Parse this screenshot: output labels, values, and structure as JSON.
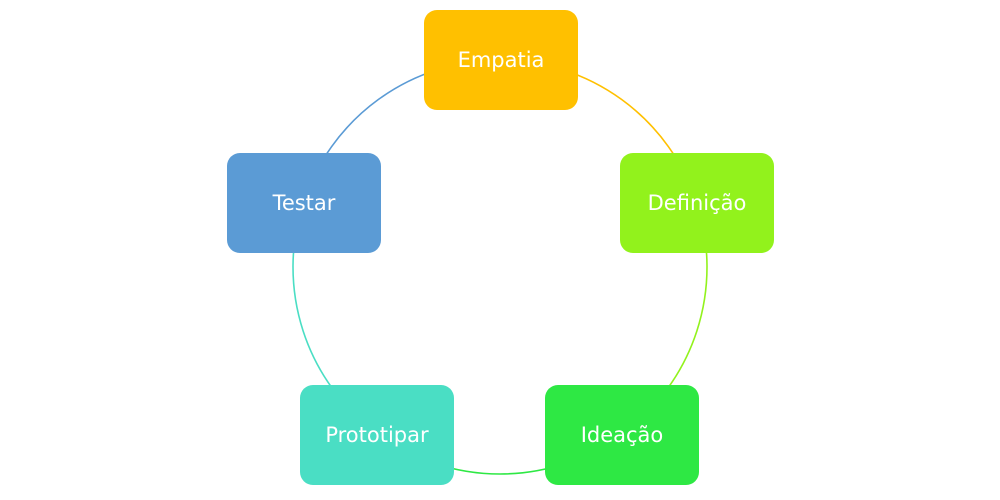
{
  "diagram": {
    "type": "cycle",
    "nodes": [
      {
        "label": "Empatia",
        "color": "#FFC000"
      },
      {
        "label": "Definição",
        "color": "#92F21C"
      },
      {
        "label": "Ideação",
        "color": "#2EE844"
      },
      {
        "label": "Prototipar",
        "color": "#4ADEC4"
      },
      {
        "label": "Testar",
        "color": "#5B9BD5"
      }
    ]
  }
}
